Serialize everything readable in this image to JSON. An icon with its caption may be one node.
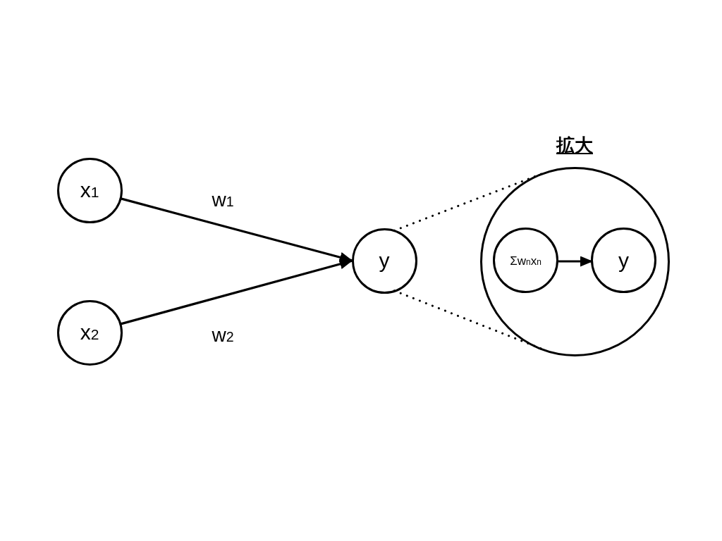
{
  "diagram": {
    "nodes": [
      {
        "text": [
          "x$_{1}$"
        ]
      },
      {
        "text": [
          "x$_{2}$"
        ]
      },
      {
        "text": [
          "y"
        ]
      },
      {
        "text": [
          "拡大"
        ]
      },
      {
        "text": [
          "Σw$_{n}$x$_{n}$"
        ],
        "in": 3
      },
      {
        "text": [
          "y"
        ],
        "in": 3
      }
    ],
    "edges": [
      {
        "from": 0,
        "to": 2,
        "arrow": "to",
        "label": "w$_{1}$"
      },
      {
        "from": 1,
        "to": 2,
        "arrow": "to",
        "label": "w$_{2}$"
      },
      {
        "from": 2,
        "to": 3,
        "arrow": "none",
        "style": "dashed"
      },
      {
        "from": 2,
        "to": 3,
        "arrow": "none",
        "style": "dashed"
      },
      {
        "from": 4,
        "to": 5,
        "arrow": "to"
      }
    ]
  }
}
